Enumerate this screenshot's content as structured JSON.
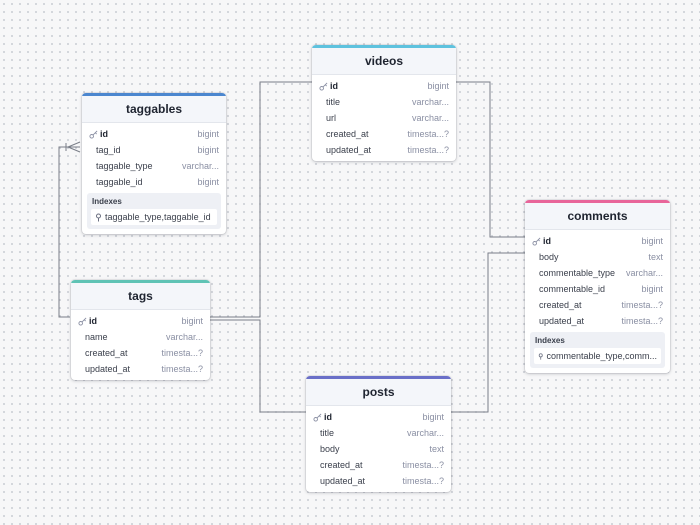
{
  "colors": {
    "videos": "#5ec2de",
    "taggables": "#4b86cf",
    "tags": "#5fc3b5",
    "comments": "#e8659a",
    "posts": "#6a6fc8",
    "connector": "#7a7e88"
  },
  "tables": {
    "videos": {
      "name": "videos",
      "columns": [
        {
          "name": "id",
          "type": "bigint"
        },
        {
          "name": "title",
          "type": "varchar..."
        },
        {
          "name": "url",
          "type": "varchar..."
        },
        {
          "name": "created_at",
          "type": "timesta...?"
        },
        {
          "name": "updated_at",
          "type": "timesta...?"
        }
      ]
    },
    "taggables": {
      "name": "taggables",
      "columns": [
        {
          "name": "id",
          "type": "bigint"
        },
        {
          "name": "tag_id",
          "type": "bigint"
        },
        {
          "name": "taggable_type",
          "type": "varchar..."
        },
        {
          "name": "taggable_id",
          "type": "bigint"
        }
      ],
      "indexes_title": "Indexes",
      "index": "taggable_type,taggable_id"
    },
    "tags": {
      "name": "tags",
      "columns": [
        {
          "name": "id",
          "type": "bigint"
        },
        {
          "name": "name",
          "type": "varchar..."
        },
        {
          "name": "created_at",
          "type": "timesta...?"
        },
        {
          "name": "updated_at",
          "type": "timesta...?"
        }
      ]
    },
    "comments": {
      "name": "comments",
      "columns": [
        {
          "name": "id",
          "type": "bigint"
        },
        {
          "name": "body",
          "type": "text"
        },
        {
          "name": "commentable_type",
          "type": "varchar..."
        },
        {
          "name": "commentable_id",
          "type": "bigint"
        },
        {
          "name": "created_at",
          "type": "timesta...?"
        },
        {
          "name": "updated_at",
          "type": "timesta...?"
        }
      ],
      "indexes_title": "Indexes",
      "index": "commentable_type,comm..."
    },
    "posts": {
      "name": "posts",
      "columns": [
        {
          "name": "id",
          "type": "bigint"
        },
        {
          "name": "title",
          "type": "varchar..."
        },
        {
          "name": "body",
          "type": "text"
        },
        {
          "name": "created_at",
          "type": "timesta...?"
        },
        {
          "name": "updated_at",
          "type": "timesta...?"
        }
      ]
    }
  }
}
